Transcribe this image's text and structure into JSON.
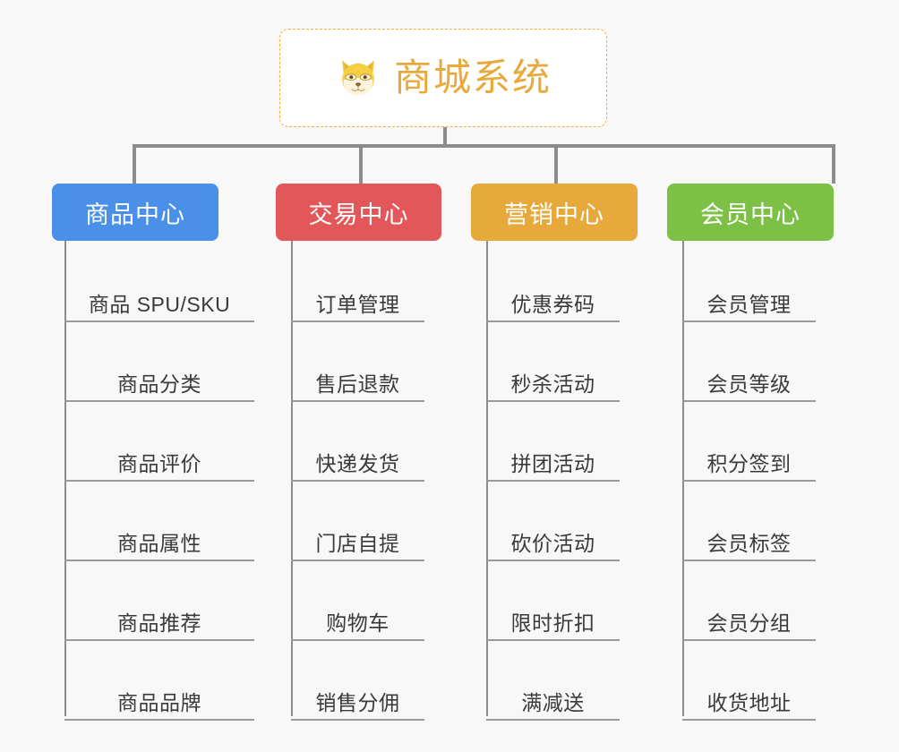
{
  "background_color": "#f8f8f8",
  "root": {
    "title": "商城系统",
    "icon": "shiba-dog-face-icon",
    "text_color": "#e8a93c",
    "border_color": "#f0b03c",
    "fill_color": "#ffffff"
  },
  "connector_color": "#8c8c8c",
  "columns": [
    {
      "label": "商品中心",
      "color": "#4a90e8",
      "text_color": "#ffffff",
      "items": [
        "商品 SPU/SKU",
        "商品分类",
        "商品评价",
        "商品属性",
        "商品推荐",
        "商品品牌"
      ]
    },
    {
      "label": "交易中心",
      "color": "#e2585a",
      "text_color": "#ffffff",
      "items": [
        "订单管理",
        "售后退款",
        "快递发货",
        "门店自提",
        "购物车",
        "销售分佣"
      ]
    },
    {
      "label": "营销中心",
      "color": "#e8a93c",
      "text_color": "#ffffff",
      "items": [
        "优惠券码",
        "秒杀活动",
        "拼团活动",
        "砍价活动",
        "限时折扣",
        "满减送"
      ]
    },
    {
      "label": "会员中心",
      "color": "#7cc045",
      "text_color": "#ffffff",
      "items": [
        "会员管理",
        "会员等级",
        "积分签到",
        "会员标签",
        "会员分组",
        "收货地址"
      ]
    }
  ]
}
